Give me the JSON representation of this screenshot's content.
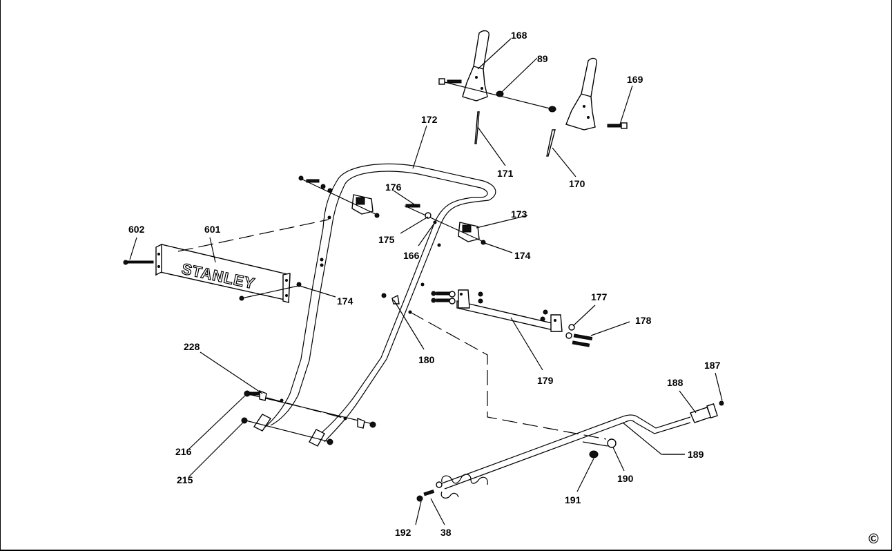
{
  "logo": {
    "text": "STANLEY"
  },
  "copyright_symbol": "©",
  "callouts": [
    {
      "id": "c168",
      "text": "168"
    },
    {
      "id": "c89",
      "text": "89"
    },
    {
      "id": "c169",
      "text": "169"
    },
    {
      "id": "c172",
      "text": "172"
    },
    {
      "id": "c171",
      "text": "171"
    },
    {
      "id": "c170",
      "text": "170"
    },
    {
      "id": "c176",
      "text": "176"
    },
    {
      "id": "c173",
      "text": "173"
    },
    {
      "id": "c175",
      "text": "175"
    },
    {
      "id": "c166",
      "text": "166"
    },
    {
      "id": "c174a",
      "text": "174"
    },
    {
      "id": "c602",
      "text": "602"
    },
    {
      "id": "c601",
      "text": "601"
    },
    {
      "id": "c174b",
      "text": "174"
    },
    {
      "id": "c177",
      "text": "177"
    },
    {
      "id": "c178",
      "text": "178"
    },
    {
      "id": "c180",
      "text": "180"
    },
    {
      "id": "c179",
      "text": "179"
    },
    {
      "id": "c228",
      "text": "228"
    },
    {
      "id": "c187",
      "text": "187"
    },
    {
      "id": "c188",
      "text": "188"
    },
    {
      "id": "c216",
      "text": "216"
    },
    {
      "id": "c189",
      "text": "189"
    },
    {
      "id": "c215",
      "text": "215"
    },
    {
      "id": "c190",
      "text": "190"
    },
    {
      "id": "c191",
      "text": "191"
    },
    {
      "id": "c192",
      "text": "192"
    },
    {
      "id": "c38",
      "text": "38"
    }
  ]
}
